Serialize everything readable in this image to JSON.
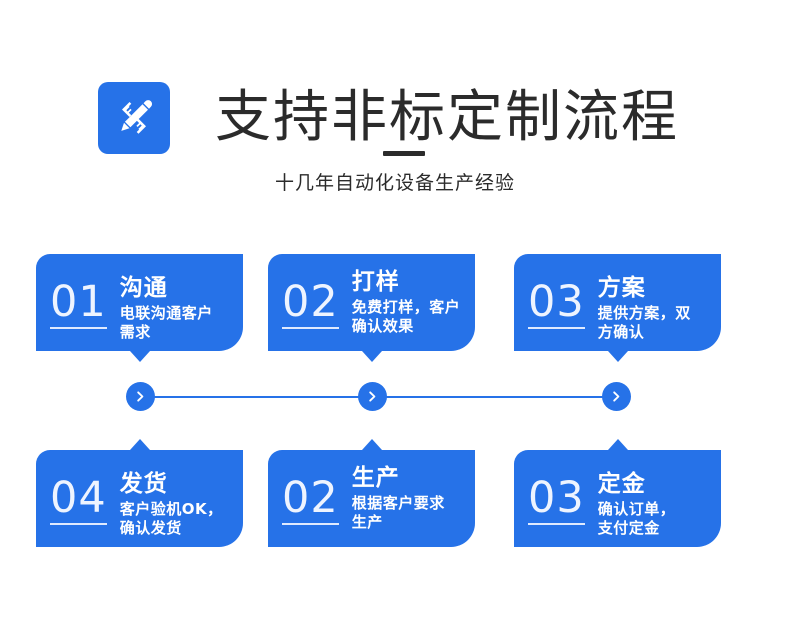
{
  "header": {
    "brand_icon": "pencil-design-icon",
    "brand_icon_bg": "#2672e8",
    "title": "支持非标定制流程",
    "subtitle": "十几年自动化设备生产经验",
    "rule_color": "#2b2b2b"
  },
  "theme": {
    "primary": "#2672e8",
    "primary_alt": "#2a6ee0",
    "text_on_primary": "#ffffff",
    "number_color": "#eef4ff",
    "background": "#ffffff"
  },
  "flow": {
    "row_top": [
      {
        "number": "01",
        "title": "沟通",
        "desc": "电联沟通客户\n需求",
        "tail": "down"
      },
      {
        "number": "02",
        "title": "打样",
        "desc": "免费打样，客户\n确认效果",
        "tail": "down"
      },
      {
        "number": "03",
        "title": "方案",
        "desc": "提供方案，双\n方确认",
        "tail": "down"
      }
    ],
    "row_bottom": [
      {
        "number": "04",
        "title": "发货",
        "desc": "客户验机OK，\n确认发货",
        "tail": "up"
      },
      {
        "number": "02",
        "title": "生产",
        "desc": "根据客户要求\n生产",
        "tail": "up"
      },
      {
        "number": "03",
        "title": "定金",
        "desc": "确认订单，\n支付定金",
        "tail": "up"
      }
    ],
    "connector": {
      "icon": "chevron-right-icon",
      "node_count": 3,
      "line_color": "#2672e8",
      "node_color": "#2672e8"
    }
  }
}
